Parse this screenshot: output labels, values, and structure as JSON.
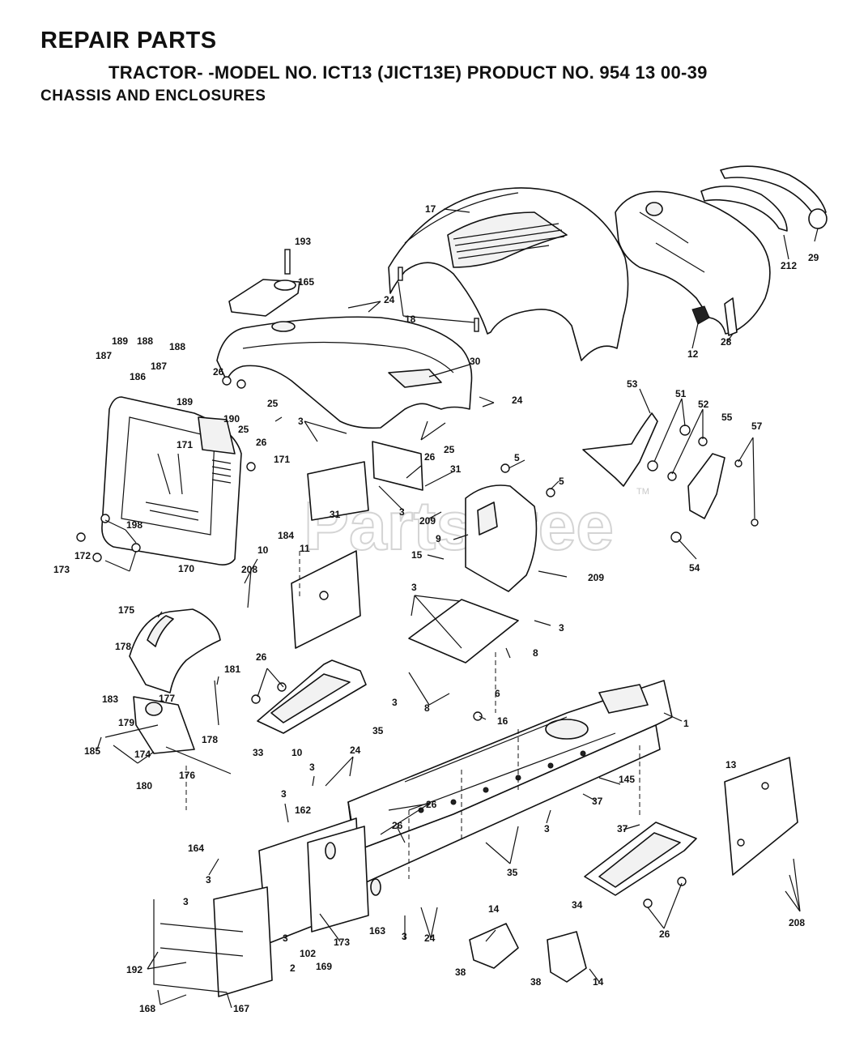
{
  "header": {
    "title": "REPAIR PARTS",
    "model_line": "TRACTOR- -MODEL NO. ICT13 (JICT13E) PRODUCT NO. 954 13 00-39",
    "section": "CHASSIS AND ENCLOSURES"
  },
  "watermark": {
    "text": "PartsTree",
    "tm": "TM"
  },
  "callouts": [
    {
      "id": "c17",
      "label": "17"
    },
    {
      "id": "c193",
      "label": "193"
    },
    {
      "id": "c165",
      "label": "165"
    },
    {
      "id": "c24a",
      "label": "24"
    },
    {
      "id": "c18",
      "label": "18"
    },
    {
      "id": "c30",
      "label": "30"
    },
    {
      "id": "c24b",
      "label": "24"
    },
    {
      "id": "c25a",
      "label": "25"
    },
    {
      "id": "c26a",
      "label": "26"
    },
    {
      "id": "c189a",
      "label": "189"
    },
    {
      "id": "c188a",
      "label": "188"
    },
    {
      "id": "c188b",
      "label": "188"
    },
    {
      "id": "c187a",
      "label": "187"
    },
    {
      "id": "c187b",
      "label": "187"
    },
    {
      "id": "c186",
      "label": "186"
    },
    {
      "id": "c189b",
      "label": "189"
    },
    {
      "id": "c190",
      "label": "190"
    },
    {
      "id": "c25b",
      "label": "25"
    },
    {
      "id": "c26b",
      "label": "26"
    },
    {
      "id": "c171a",
      "label": "171"
    },
    {
      "id": "c171b",
      "label": "171"
    },
    {
      "id": "c3a",
      "label": "3"
    },
    {
      "id": "c26c",
      "label": "26"
    },
    {
      "id": "c25c",
      "label": "25"
    },
    {
      "id": "c31a",
      "label": "31"
    },
    {
      "id": "c31b",
      "label": "31"
    },
    {
      "id": "c3b",
      "label": "3"
    },
    {
      "id": "c209a",
      "label": "209"
    },
    {
      "id": "c5a",
      "label": "5"
    },
    {
      "id": "c5b",
      "label": "5"
    },
    {
      "id": "c9",
      "label": "9"
    },
    {
      "id": "c15",
      "label": "15"
    },
    {
      "id": "c209b",
      "label": "209"
    },
    {
      "id": "c184",
      "label": "184"
    },
    {
      "id": "c10a",
      "label": "10"
    },
    {
      "id": "c198",
      "label": "198"
    },
    {
      "id": "c172",
      "label": "172"
    },
    {
      "id": "c173a",
      "label": "173"
    },
    {
      "id": "c170",
      "label": "170"
    },
    {
      "id": "c11",
      "label": "11"
    },
    {
      "id": "c208a",
      "label": "208"
    },
    {
      "id": "c53",
      "label": "53"
    },
    {
      "id": "c51",
      "label": "51"
    },
    {
      "id": "c52",
      "label": "52"
    },
    {
      "id": "c55",
      "label": "55"
    },
    {
      "id": "c57",
      "label": "57"
    },
    {
      "id": "c54",
      "label": "54"
    },
    {
      "id": "c212",
      "label": "212"
    },
    {
      "id": "c29",
      "label": "29"
    },
    {
      "id": "c12",
      "label": "12"
    },
    {
      "id": "c28",
      "label": "28"
    },
    {
      "id": "c175",
      "label": "175"
    },
    {
      "id": "c178a",
      "label": "178"
    },
    {
      "id": "c181",
      "label": "181"
    },
    {
      "id": "c183",
      "label": "183"
    },
    {
      "id": "c177",
      "label": "177"
    },
    {
      "id": "c179",
      "label": "179"
    },
    {
      "id": "c178b",
      "label": "178"
    },
    {
      "id": "c185",
      "label": "185"
    },
    {
      "id": "c174",
      "label": "174"
    },
    {
      "id": "c180",
      "label": "180"
    },
    {
      "id": "c176",
      "label": "176"
    },
    {
      "id": "c26d",
      "label": "26"
    },
    {
      "id": "c3c",
      "label": "3"
    },
    {
      "id": "c35a",
      "label": "35"
    },
    {
      "id": "c33",
      "label": "33"
    },
    {
      "id": "c10b",
      "label": "10"
    },
    {
      "id": "c3d",
      "label": "3"
    },
    {
      "id": "c3e",
      "label": "3"
    },
    {
      "id": "c8a",
      "label": "8"
    },
    {
      "id": "c6",
      "label": "6"
    },
    {
      "id": "c8b",
      "label": "8"
    },
    {
      "id": "c16",
      "label": "16"
    },
    {
      "id": "c1",
      "label": "1"
    },
    {
      "id": "c24c",
      "label": "24"
    },
    {
      "id": "c3f",
      "label": "3"
    },
    {
      "id": "c3g",
      "label": "3"
    },
    {
      "id": "c162",
      "label": "162"
    },
    {
      "id": "c164",
      "label": "164"
    },
    {
      "id": "c3h",
      "label": "3"
    },
    {
      "id": "c26e",
      "label": "26"
    },
    {
      "id": "c26f",
      "label": "26"
    },
    {
      "id": "c3i",
      "label": "3"
    },
    {
      "id": "c35b",
      "label": "35"
    },
    {
      "id": "c145",
      "label": "145"
    },
    {
      "id": "c37a",
      "label": "37"
    },
    {
      "id": "c37b",
      "label": "37"
    },
    {
      "id": "c13",
      "label": "13"
    },
    {
      "id": "c208b",
      "label": "208"
    },
    {
      "id": "c34",
      "label": "34"
    },
    {
      "id": "c26g",
      "label": "26"
    },
    {
      "id": "c3j",
      "label": "3"
    },
    {
      "id": "c3k",
      "label": "3"
    },
    {
      "id": "c173b",
      "label": "173"
    },
    {
      "id": "c102",
      "label": "102"
    },
    {
      "id": "c163",
      "label": "163"
    },
    {
      "id": "c3l",
      "label": "3"
    },
    {
      "id": "c24d",
      "label": "24"
    },
    {
      "id": "c14a",
      "label": "14"
    },
    {
      "id": "c14b",
      "label": "14"
    },
    {
      "id": "c38a",
      "label": "38"
    },
    {
      "id": "c38b",
      "label": "38"
    },
    {
      "id": "c2",
      "label": "2"
    },
    {
      "id": "c169",
      "label": "169"
    },
    {
      "id": "c192",
      "label": "192"
    },
    {
      "id": "c168",
      "label": "168"
    },
    {
      "id": "c167",
      "label": "167"
    }
  ]
}
